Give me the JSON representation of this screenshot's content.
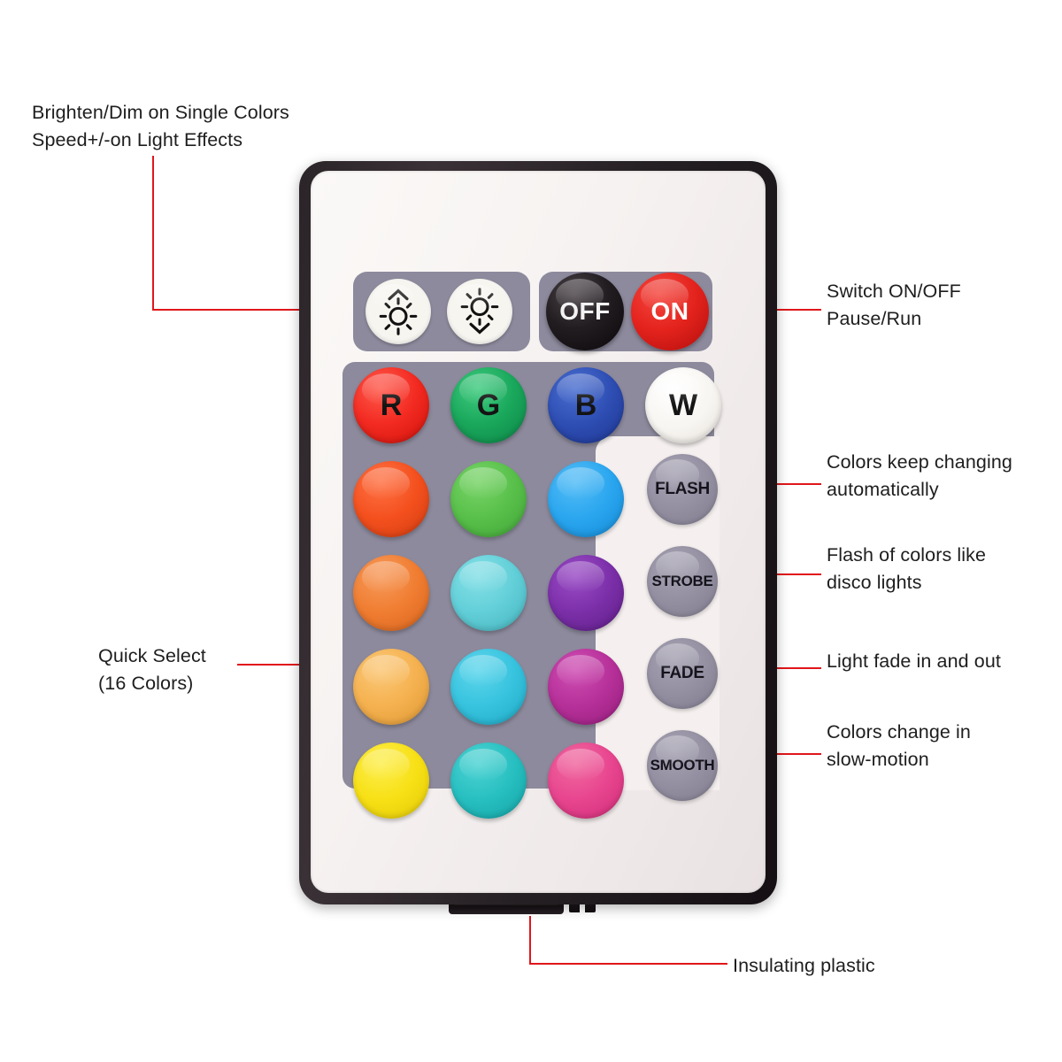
{
  "figure": {
    "title": "RGB LED strip IR remote control - labelled diagram",
    "leader_color": "#e1161b",
    "background": "#ffffff"
  },
  "annotations": [
    {
      "id": "brighten-dim",
      "lines": [
        "Brighten/Dim on Single Colors",
        "Speed+/-on Light Effects"
      ]
    },
    {
      "id": "quick-select",
      "lines": [
        "Quick Select",
        "(16 Colors)"
      ]
    },
    {
      "id": "switch-onoff",
      "lines": [
        "Switch ON/OFF",
        "Pause/Run"
      ]
    },
    {
      "id": "flash-desc",
      "lines": [
        "Colors keep changing",
        "automatically"
      ]
    },
    {
      "id": "strobe-desc",
      "lines": [
        "Flash of colors like",
        "disco lights"
      ]
    },
    {
      "id": "fade-desc",
      "lines": [
        "Light fade in and out"
      ]
    },
    {
      "id": "smooth-desc",
      "lines": [
        "Colors change in",
        "slow-motion"
      ]
    },
    {
      "id": "insulating-plastic",
      "lines": [
        "Insulating plastic"
      ]
    }
  ],
  "remote": {
    "body_color": "#241f23",
    "face_color": "#f6f2f1",
    "panel_color": "#8d8a9d",
    "brightness_row": [
      {
        "name": "brightness-up",
        "icon": "sun-up-icon",
        "label": ""
      },
      {
        "name": "brightness-down",
        "icon": "sun-down-icon",
        "label": ""
      }
    ],
    "power_row": [
      {
        "name": "off-button",
        "label": "OFF",
        "color": "#1a1519",
        "text_color": "#f2f2f2"
      },
      {
        "name": "on-button",
        "label": "ON",
        "color": "#e4231d",
        "text_color": "#ffffff"
      }
    ],
    "rgbw_row": [
      {
        "name": "red-button",
        "label": "R",
        "color": "#f32b22"
      },
      {
        "name": "green-button",
        "label": "G",
        "color": "#1aa85c"
      },
      {
        "name": "blue-button",
        "label": "B",
        "color": "#2f4fb5"
      },
      {
        "name": "white-button",
        "label": "W",
        "color": "#f7f5f1"
      }
    ],
    "color_grid": [
      [
        {
          "name": "color-orange-red",
          "color": "#f4501e"
        },
        {
          "name": "color-light-green",
          "color": "#58c04a"
        },
        {
          "name": "color-sky-blue",
          "color": "#2aa6ef"
        }
      ],
      [
        {
          "name": "color-orange",
          "color": "#f07d31"
        },
        {
          "name": "color-aqua",
          "color": "#62cfd8"
        },
        {
          "name": "color-purple",
          "color": "#7b2fa8"
        }
      ],
      [
        {
          "name": "color-light-orange",
          "color": "#f5b14f"
        },
        {
          "name": "color-cyan",
          "color": "#37c3de"
        },
        {
          "name": "color-magenta",
          "color": "#b63099"
        }
      ],
      [
        {
          "name": "color-yellow",
          "color": "#f7e015"
        },
        {
          "name": "color-teal",
          "color": "#27bfc0"
        },
        {
          "name": "color-pink",
          "color": "#e8458f"
        }
      ]
    ],
    "effect_buttons": [
      {
        "name": "flash-button",
        "label": "FLASH"
      },
      {
        "name": "strobe-button",
        "label": "STROBE"
      },
      {
        "name": "fade-button",
        "label": "FADE"
      },
      {
        "name": "smooth-button",
        "label": "SMOOTH"
      }
    ],
    "bottom_part": {
      "name": "insulating-plastic-tab",
      "label": ""
    }
  }
}
